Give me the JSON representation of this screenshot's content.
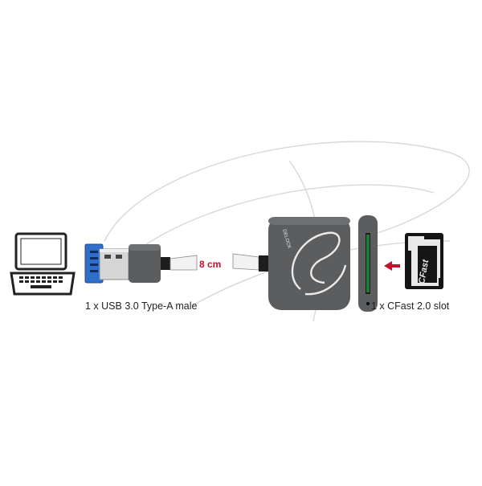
{
  "product": {
    "brand_logo_text": "DELOCK",
    "cable_length": "8 cm",
    "card_label": "CFast",
    "captions": {
      "usb_connector": "1 x USB 3.0 Type-A male",
      "card_slot": "1 x CFast 2.0 slot"
    }
  },
  "colors": {
    "accent": "#c8102e",
    "housing": "#5c5d5f",
    "usb_blue": "#3d7fd8"
  },
  "icons": [
    "laptop-icon",
    "usb-plug-icon",
    "arrow-left-icon",
    "cfast-card-icon",
    "delock-swirl-logo"
  ]
}
